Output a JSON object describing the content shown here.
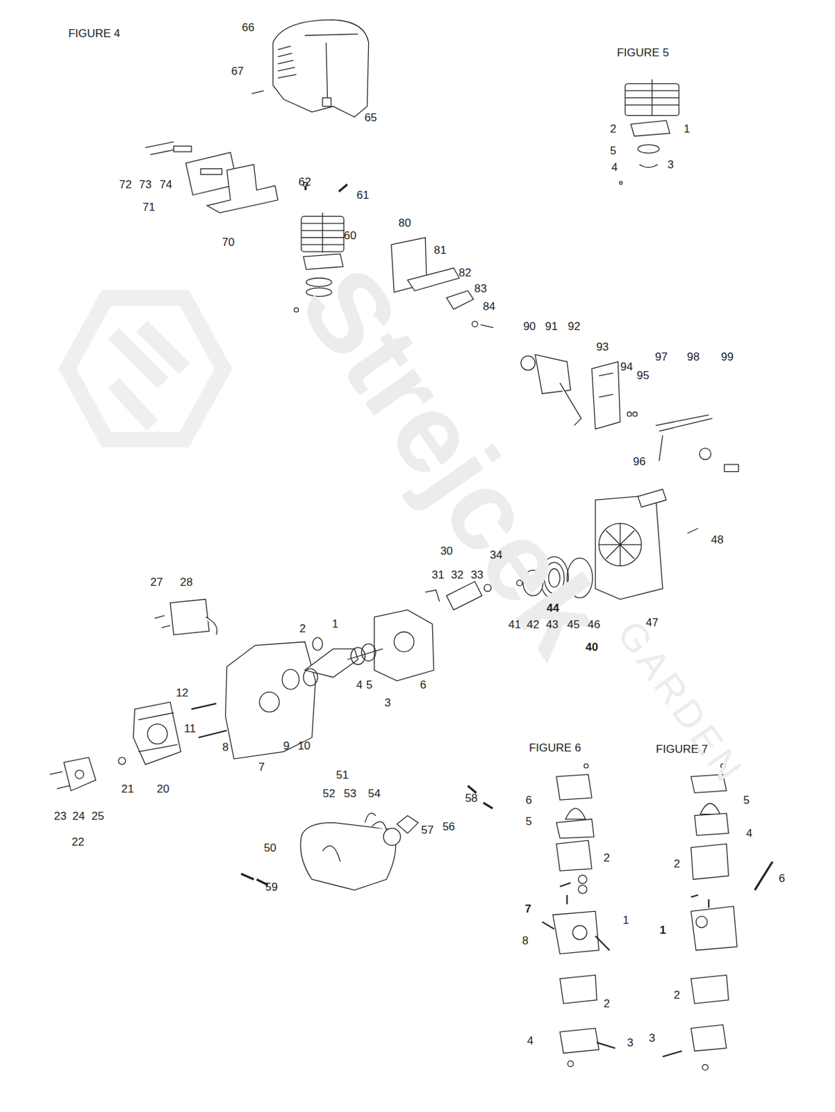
{
  "diagram": {
    "labels": [
      "FIGURE 4",
      "66",
      "67",
      "65",
      "72",
      "73",
      "74",
      "71",
      "70",
      "62",
      "61",
      "60",
      "80",
      "81",
      "82",
      "83",
      "84",
      "90",
      "91",
      "92",
      "93",
      "94",
      "95",
      "97",
      "98",
      "99",
      "96",
      "48",
      "30",
      "34",
      "31",
      "32",
      "33",
      "44",
      "41",
      "42",
      "43",
      "45",
      "46",
      "47",
      "40",
      "27",
      "28",
      "2",
      "1",
      "4",
      "5",
      "6",
      "3",
      "12",
      "11",
      "8",
      "9",
      "10",
      "7",
      "21",
      "20",
      "23",
      "24",
      "25",
      "22",
      "51",
      "52",
      "53",
      "54",
      "58",
      "57",
      "56",
      "50",
      "59",
      "FIGURE 5",
      "1",
      "2",
      "5",
      "3",
      "4",
      "FIGURE 6",
      "6",
      "5",
      "2",
      "7",
      "1",
      "8",
      "2",
      "4",
      "3",
      "FIGURE 7",
      "5",
      "4",
      "2",
      "6",
      "1",
      "2",
      "3",
      "Strejcek",
      "GARDEN"
    ]
  }
}
